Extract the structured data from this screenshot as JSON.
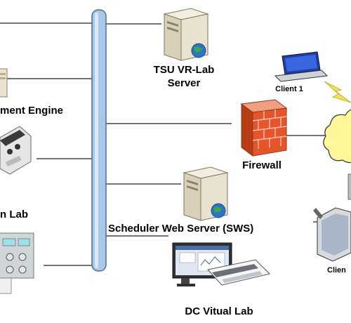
{
  "labels": {
    "vrlab_server_line1": "TSU VR-Lab",
    "vrlab_server_line2": "Server",
    "management_engine": "ment Engine",
    "firewall": "Firewall",
    "lab_left": "n Lab",
    "scheduler": "Scheduler Web Server (SWS)",
    "dc_virtual_lab": "DC Vitual Lab",
    "client1": "Client 1",
    "client_right": "Clien"
  },
  "colors": {
    "backbone": "#a9c7e6",
    "backbone_stroke": "#4f6e8e",
    "line": "#222222",
    "cloud": "#fff79a",
    "lightning": "#f4e04a",
    "firewall_brick": "#e8542a",
    "server_body": "#e8e2cf",
    "globe": "#2b74c7"
  }
}
